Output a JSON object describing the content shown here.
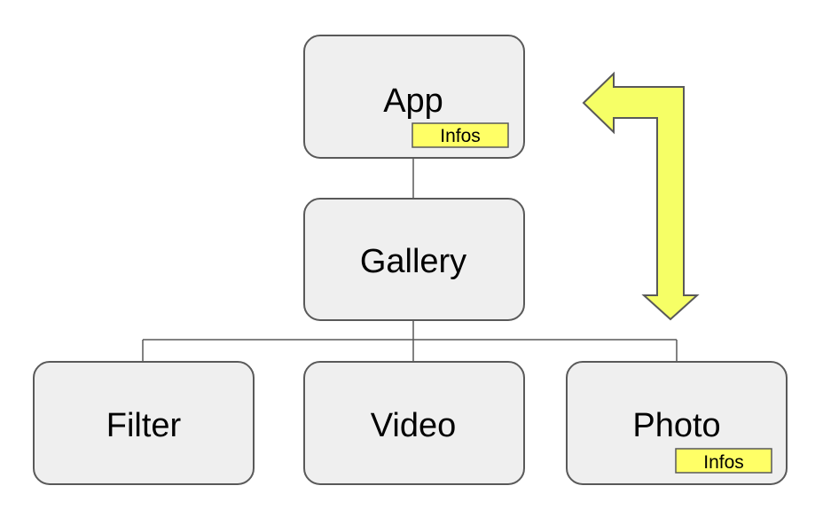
{
  "colors": {
    "node_fill": "#efefef",
    "node_border": "#595959",
    "badge_fill": "#ffff66",
    "arrow_fill": "#f6ff66",
    "connector": "#595959"
  },
  "nodes": {
    "app": {
      "label": "App",
      "badge": "Infos"
    },
    "gallery": {
      "label": "Gallery"
    },
    "filter": {
      "label": "Filter"
    },
    "video": {
      "label": "Video"
    },
    "photo": {
      "label": "Photo",
      "badge": "Infos"
    }
  },
  "edges": [
    {
      "from": "App",
      "to": "Gallery"
    },
    {
      "from": "Gallery",
      "to": "Filter"
    },
    {
      "from": "Gallery",
      "to": "Video"
    },
    {
      "from": "Gallery",
      "to": "Photo"
    }
  ],
  "arrow": {
    "icon": "bidirectional-bent-arrow",
    "between": [
      "Photo",
      "App"
    ]
  }
}
